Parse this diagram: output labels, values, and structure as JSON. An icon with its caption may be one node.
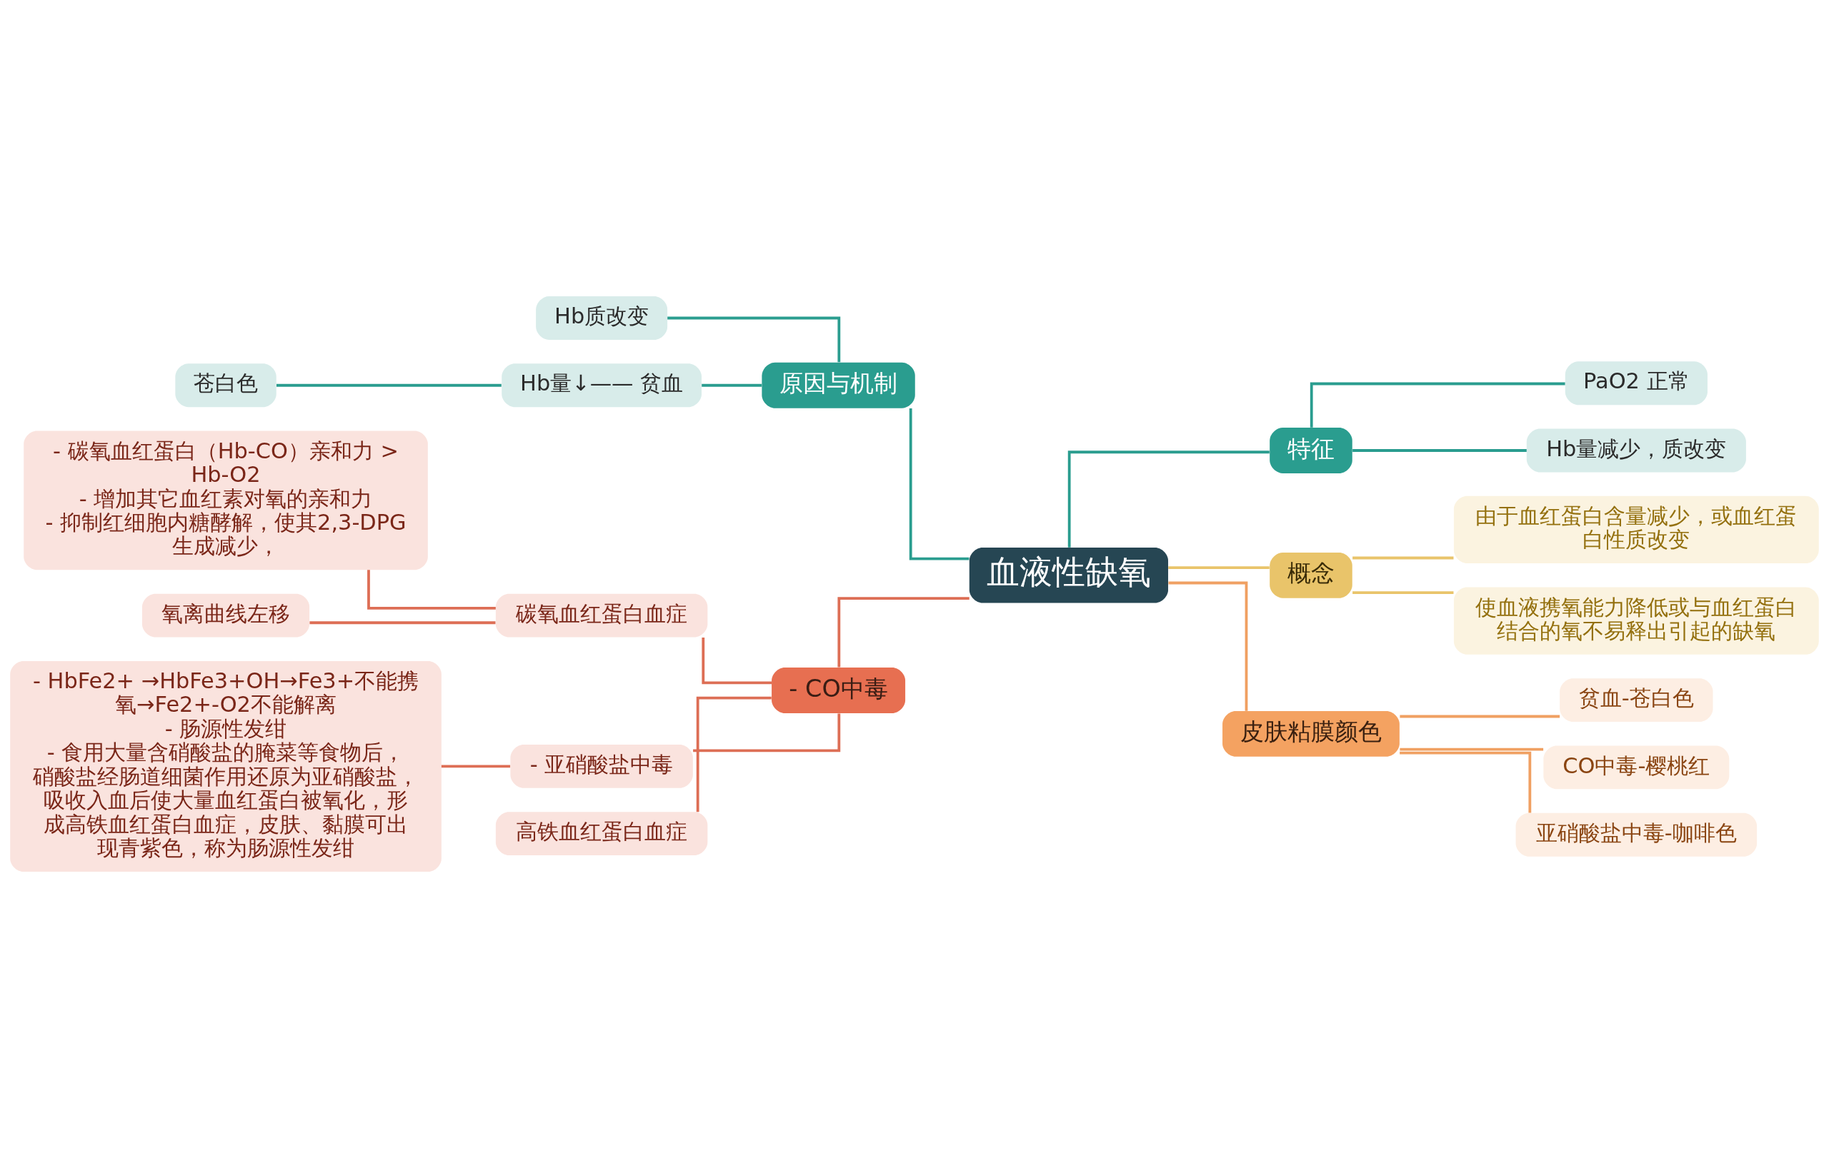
{
  "diagram": {
    "nodes": [
      {
        "text": [
          "血液性缺氧"
        ]
      },
      {
        "text": [
          "原因与机制"
        ]
      },
      {
        "text": [
          "Hb质改变"
        ]
      },
      {
        "text": [
          "Hb量↓—— 贫血"
        ]
      },
      {
        "text": [
          "苍白色"
        ]
      },
      {
        "text": [
          "- CO中毒"
        ]
      },
      {
        "text": [
          "碳氧血红蛋白血症"
        ]
      },
      {
        "text": [
          "- 碳氧血红蛋白（Hb-CO）亲和力 > Hb-O2",
          "- 增加其它血红素对氧的亲和力",
          "- 抑制红细胞内糖酵解，使其2,3-DPG生成减少，"
        ]
      },
      {
        "text": [
          "氧离曲线左移"
        ]
      },
      {
        "text": [
          "- 亚硝酸盐中毒"
        ]
      },
      {
        "text": [
          "- HbFe2+ →HbFe3+OH→Fe3+不能携氧→Fe2+-O2不能解离",
          "- 肠源性发绀",
          "- 食用大量含硝酸盐的腌菜等食物后，硝酸盐经肠道细菌作用还原为亚硝酸盐，吸收入血后使大量血红蛋白被氧化，形成高铁血红蛋白血症，皮肤、黏膜可出现青紫色，称为肠源性发绀"
        ]
      },
      {
        "text": [
          "高铁血红蛋白血症"
        ]
      },
      {
        "text": [
          "特征"
        ]
      },
      {
        "text": [
          "PaO2 正常"
        ]
      },
      {
        "text": [
          "Hb量减少，质改变"
        ]
      },
      {
        "text": [
          "概念"
        ]
      },
      {
        "text": [
          "由于血红蛋白含量减少，或血红蛋白性质改变"
        ]
      },
      {
        "text": [
          "使血液携氧能力降低或与血红蛋白结合的氧不易释出引起的缺氧"
        ]
      },
      {
        "text": [
          "皮肤粘膜颜色"
        ]
      },
      {
        "text": [
          "贫血-苍白色"
        ]
      },
      {
        "text": [
          "CO中毒-樱桃红"
        ]
      },
      {
        "text": [
          "亚硝酸盐中毒-咖啡色"
        ]
      }
    ],
    "edges": [
      {
        "from": 1,
        "to": 0,
        "arrow": "none"
      },
      {
        "from": 2,
        "to": 1,
        "arrow": "none"
      },
      {
        "from": 3,
        "to": 1,
        "arrow": "none"
      },
      {
        "from": 4,
        "to": 3,
        "arrow": "none"
      },
      {
        "from": 5,
        "to": 0,
        "arrow": "none",
        "color": "#dd6e55"
      },
      {
        "from": 6,
        "to": 5,
        "arrow": "none",
        "color": "#dd6e55"
      },
      {
        "from": 7,
        "to": 6,
        "arrow": "none",
        "color": "#dd6e55"
      },
      {
        "from": 8,
        "to": 6,
        "arrow": "none",
        "color": "#dd6e55"
      },
      {
        "from": 9,
        "to": 5,
        "arrow": "none",
        "color": "#dd6e55"
      },
      {
        "from": 10,
        "to": 9,
        "arrow": "none",
        "color": "#dd6e55"
      },
      {
        "from": 11,
        "to": 5,
        "arrow": "none",
        "color": "#dd6e55"
      },
      {
        "from": 0,
        "to": 12,
        "arrow": "none"
      },
      {
        "from": 12,
        "to": 13,
        "arrow": "none"
      },
      {
        "from": 12,
        "to": 14,
        "arrow": "none"
      },
      {
        "from": 0,
        "to": 15,
        "arrow": "none",
        "color": "#e9c46a"
      },
      {
        "from": 15,
        "to": 16,
        "arrow": "none",
        "color": "#e9c46a"
      },
      {
        "from": 15,
        "to": 17,
        "arrow": "none",
        "color": "#e9c46a"
      },
      {
        "from": 0,
        "to": 18,
        "arrow": "none",
        "color": "#f0a062"
      },
      {
        "from": 18,
        "to": 19,
        "arrow": "none",
        "color": "#f0a062"
      },
      {
        "from": 18,
        "to": 20,
        "arrow": "none",
        "color": "#f0a062"
      },
      {
        "from": 18,
        "to": 21,
        "arrow": "none",
        "color": "#f0a062"
      }
    ]
  }
}
